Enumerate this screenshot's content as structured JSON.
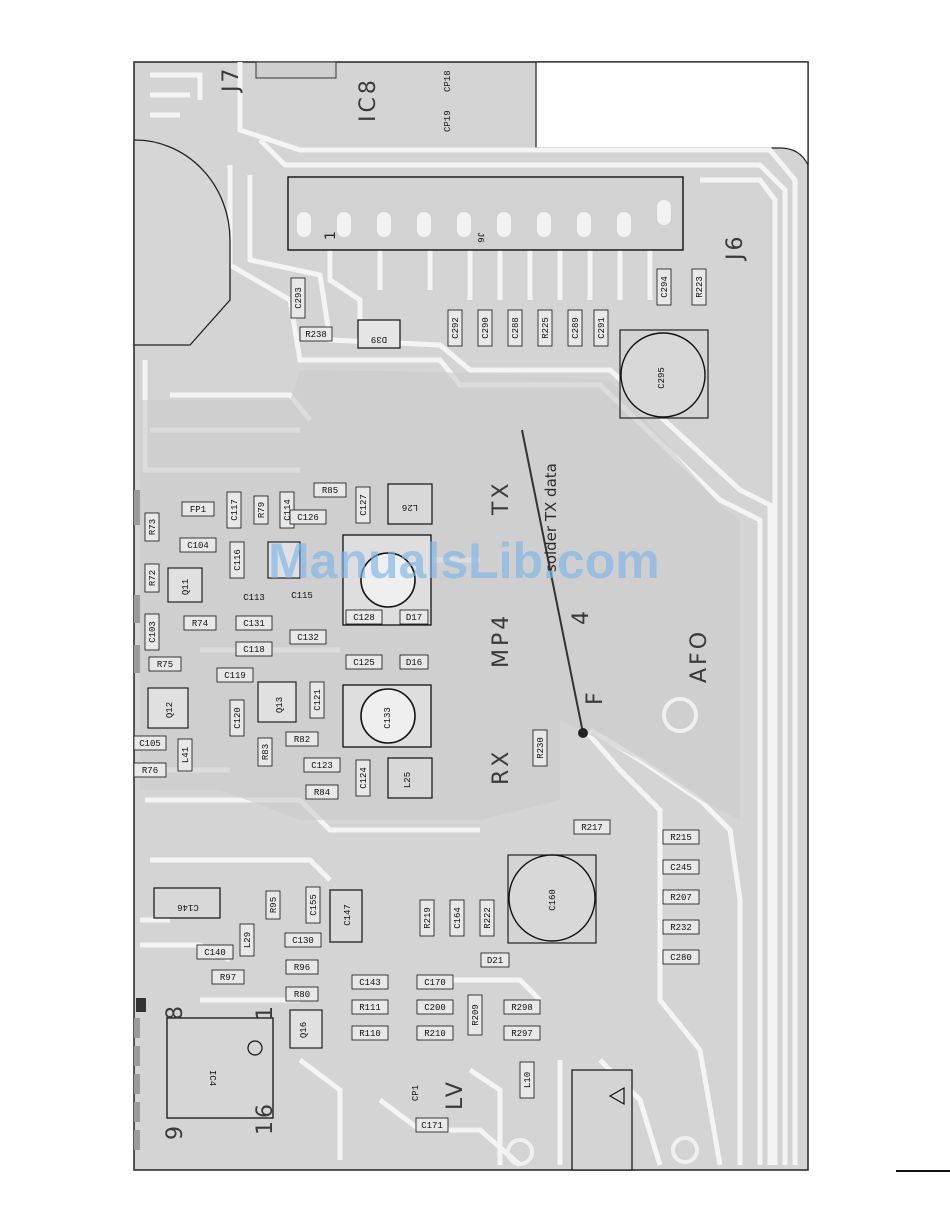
{
  "labels": {
    "ic8": "IC8",
    "j7": "J7",
    "cp18": "CP18",
    "cp19": "CP19",
    "j6_inner": "J6",
    "j6": "J6",
    "pin1_j6": "1",
    "ic4": "IC4",
    "pin_8": "8",
    "pin_1": "1",
    "pin_9": "9",
    "pin_16": "16",
    "lv": "LV",
    "rx": "RX",
    "mp4": "MP4",
    "tx": "TX",
    "afo": "AFO",
    "f": "F",
    "four": "4"
  },
  "annotation": {
    "text": "solder TX data"
  },
  "watermark": "ManualsLib.com",
  "components": {
    "c293": "C293",
    "r238": "R238",
    "d39": "D39",
    "c292": "C292",
    "c290": "C290",
    "c288": "C288",
    "r225": "R225",
    "c289": "C289",
    "c291": "C291",
    "c294": "C294",
    "r223": "R223",
    "c295": "C295",
    "r73": "R73",
    "fp1": "FP1",
    "c117": "C117",
    "r79": "R79",
    "c114": "C114",
    "c126": "C126",
    "r85": "R85",
    "c127": "C127",
    "l26": "L26",
    "c104": "C104",
    "c116": "C116",
    "q11": "Q11",
    "r72": "R72",
    "r74": "R74",
    "c113": "C113",
    "c131": "C131",
    "c115": "C115",
    "c118": "C118",
    "c103": "C103",
    "r75": "R75",
    "c119": "C119",
    "c132": "C132",
    "c128": "C128",
    "c125": "C125",
    "d17": "D17",
    "d16": "D16",
    "q12": "Q12",
    "c120": "C120",
    "q13": "Q13",
    "c121": "C121",
    "c133": "C133",
    "r83": "R83",
    "r82": "R82",
    "c105": "C105",
    "l41": "L41",
    "r76": "R76",
    "c123": "C123",
    "r84": "R84",
    "c124": "C124",
    "l25": "L25",
    "r230": "R230",
    "r217": "R217",
    "r215": "R215",
    "c245": "C245",
    "r207": "R207",
    "r232": "R232",
    "c280": "C280",
    "c146": "C146",
    "r95": "R95",
    "c155": "C155",
    "c147": "C147",
    "r219": "R219",
    "c164": "C164",
    "r222": "R222",
    "c160": "C160",
    "l29": "L29",
    "c130": "C130",
    "c140": "C140",
    "r96": "R96",
    "r97": "R97",
    "d21": "D21",
    "r80": "R80",
    "c143": "C143",
    "c170": "C170",
    "r111": "R111",
    "c200": "C200",
    "r209": "R209",
    "r298": "R298",
    "q16": "Q16",
    "r110": "R110",
    "r210": "R210",
    "r297": "R297",
    "l10": "L10",
    "cp1": "CP1",
    "c171": "C171"
  }
}
